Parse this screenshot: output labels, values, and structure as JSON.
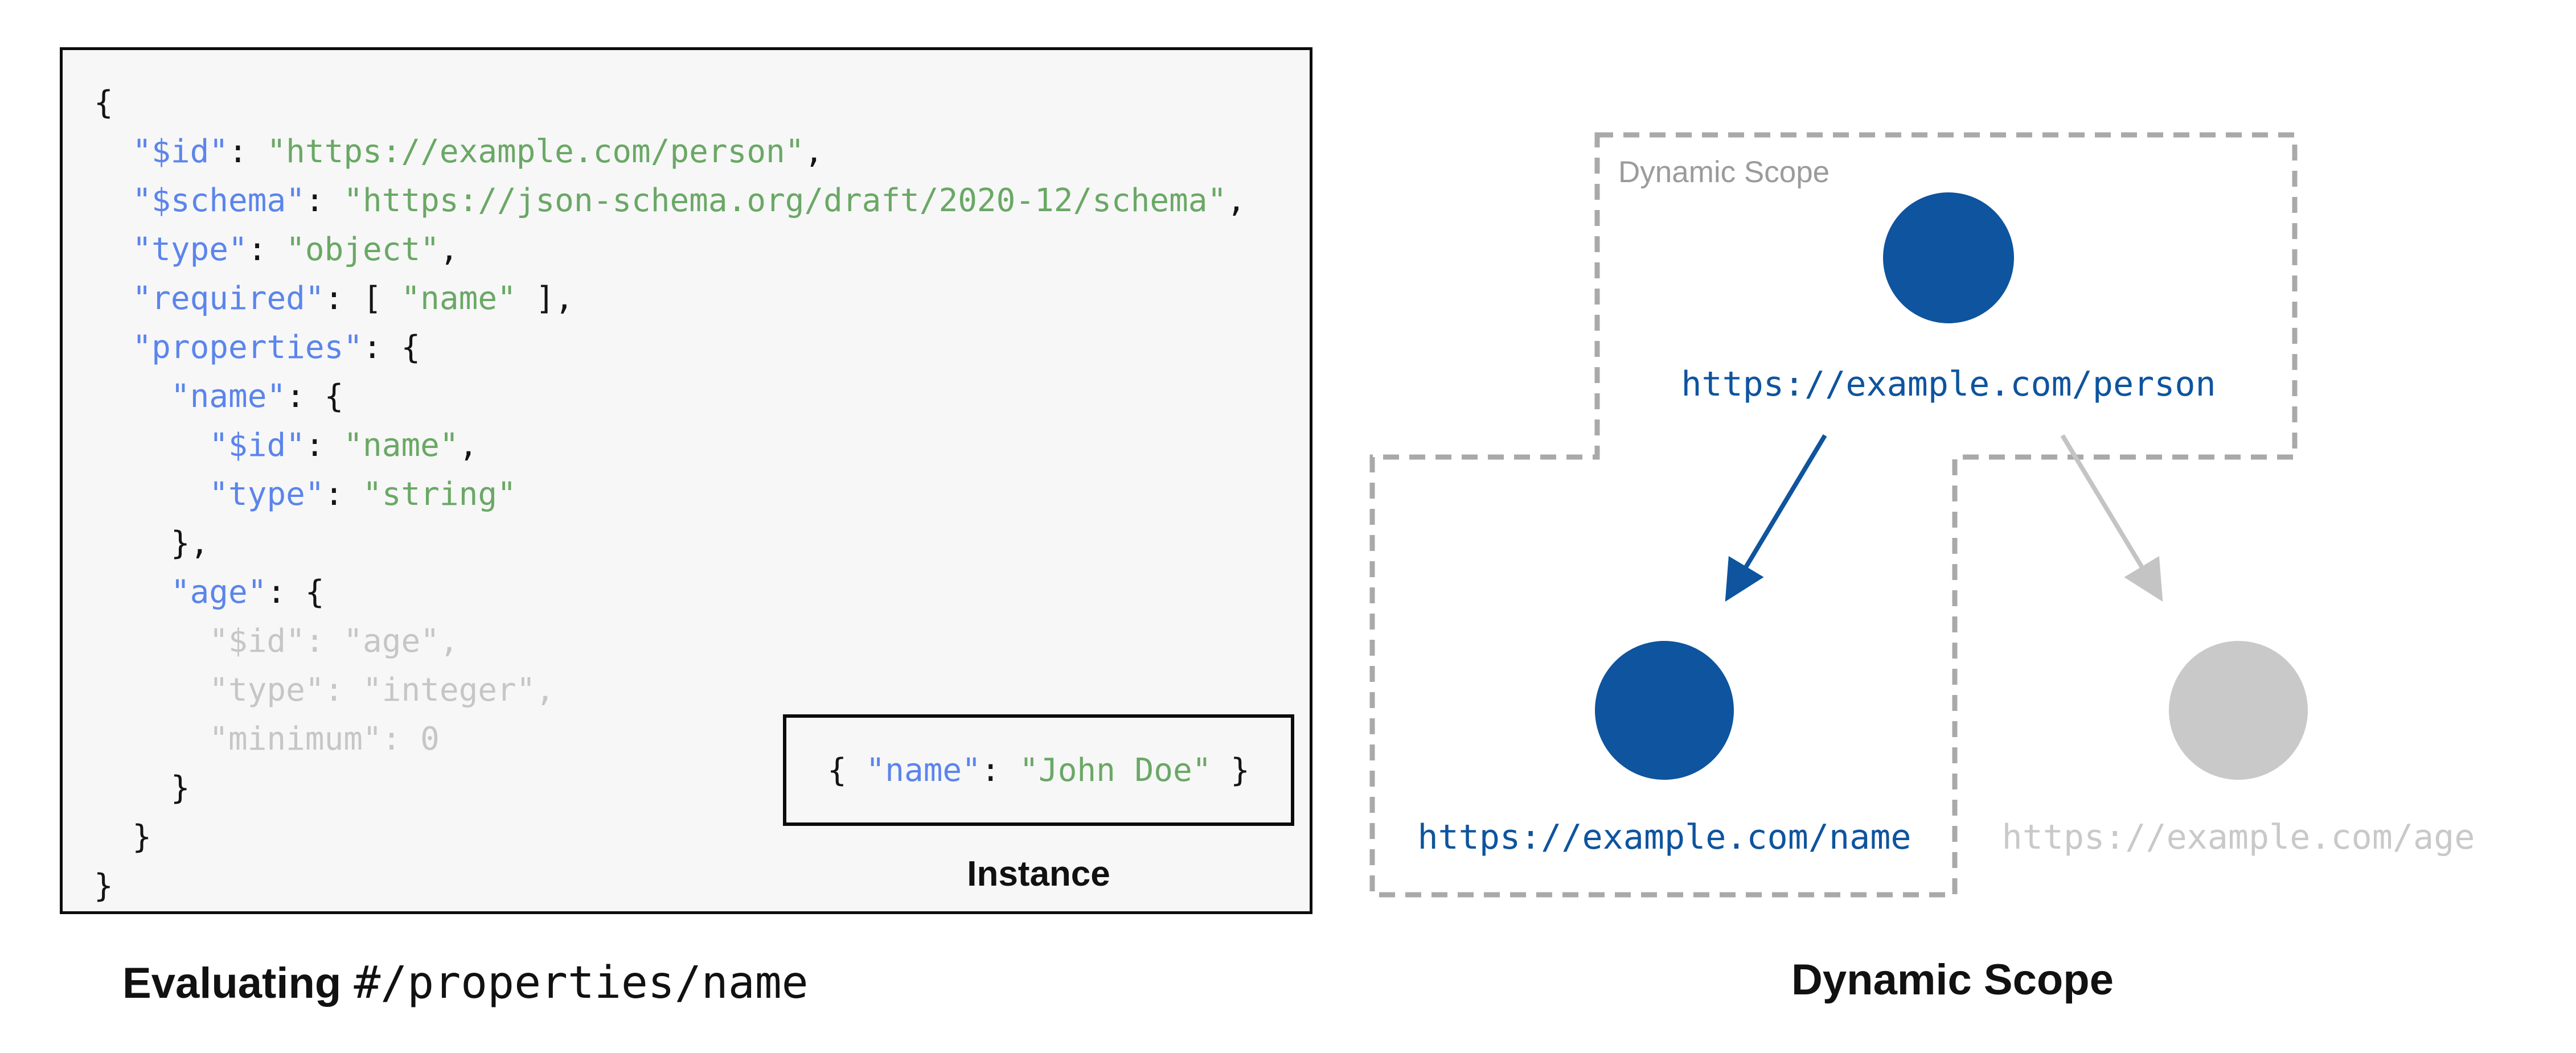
{
  "colors": {
    "key_blue": "#5b85ec",
    "string_green": "#6aa865",
    "code_black": "#141414",
    "dim_gray": "#c6c6c6",
    "node_blue": "#0e549e",
    "node_gray": "#c9c9c9",
    "scope_gray": "#a9a9a9",
    "scope_label_gray": "#9b9b9b",
    "code_bg": "#f7f7f7",
    "caption_black": "#111111",
    "arrow_gray": "#c4c4c4"
  },
  "code_panel": {
    "lines": [
      [
        {
          "c": "p",
          "t": "{"
        }
      ],
      [
        {
          "c": "p",
          "t": "  "
        },
        {
          "c": "k",
          "t": "\"$id\""
        },
        {
          "c": "p",
          "t": ": "
        },
        {
          "c": "s",
          "t": "\"https://example.com/person\""
        },
        {
          "c": "p",
          "t": ","
        }
      ],
      [
        {
          "c": "p",
          "t": "  "
        },
        {
          "c": "k",
          "t": "\"$schema\""
        },
        {
          "c": "p",
          "t": ": "
        },
        {
          "c": "s",
          "t": "\"https://json-schema.org/draft/2020-12/schema\""
        },
        {
          "c": "p",
          "t": ","
        }
      ],
      [
        {
          "c": "p",
          "t": "  "
        },
        {
          "c": "k",
          "t": "\"type\""
        },
        {
          "c": "p",
          "t": ": "
        },
        {
          "c": "s",
          "t": "\"object\""
        },
        {
          "c": "p",
          "t": ","
        }
      ],
      [
        {
          "c": "p",
          "t": "  "
        },
        {
          "c": "k",
          "t": "\"required\""
        },
        {
          "c": "p",
          "t": ": [ "
        },
        {
          "c": "s",
          "t": "\"name\""
        },
        {
          "c": "p",
          "t": " ],"
        }
      ],
      [
        {
          "c": "p",
          "t": "  "
        },
        {
          "c": "k",
          "t": "\"properties\""
        },
        {
          "c": "p",
          "t": ": {"
        }
      ],
      [
        {
          "c": "p",
          "t": "    "
        },
        {
          "c": "k",
          "t": "\"name\""
        },
        {
          "c": "p",
          "t": ": {"
        }
      ],
      [
        {
          "c": "p",
          "t": "      "
        },
        {
          "c": "k",
          "t": "\"$id\""
        },
        {
          "c": "p",
          "t": ": "
        },
        {
          "c": "s",
          "t": "\"name\""
        },
        {
          "c": "p",
          "t": ","
        }
      ],
      [
        {
          "c": "p",
          "t": "      "
        },
        {
          "c": "k",
          "t": "\"type\""
        },
        {
          "c": "p",
          "t": ": "
        },
        {
          "c": "s",
          "t": "\"string\""
        }
      ],
      [
        {
          "c": "p",
          "t": "    },"
        }
      ],
      [
        {
          "c": "p",
          "t": "    "
        },
        {
          "c": "k",
          "t": "\"age\""
        },
        {
          "c": "p",
          "t": ": {"
        }
      ],
      [
        {
          "c": "d",
          "t": "      \"$id\": \"age\","
        }
      ],
      [
        {
          "c": "d",
          "t": "      \"type\": \"integer\","
        }
      ],
      [
        {
          "c": "d",
          "t": "      \"minimum\": 0"
        }
      ],
      [
        {
          "c": "p",
          "t": "    }"
        }
      ],
      [
        {
          "c": "p",
          "t": "  }"
        }
      ],
      [
        {
          "c": "p",
          "t": "}"
        }
      ]
    ]
  },
  "instance": {
    "label": "Instance",
    "tokens": [
      {
        "c": "p",
        "t": "{ "
      },
      {
        "c": "k",
        "t": "\"name\""
      },
      {
        "c": "p",
        "t": ": "
      },
      {
        "c": "s",
        "t": "\"John Doe\""
      },
      {
        "c": "p",
        "t": " }"
      }
    ]
  },
  "captions": {
    "left_bold": "Evaluating",
    "left_mono": "#/properties/name",
    "right": "Dynamic Scope"
  },
  "diagram": {
    "scope_label": "Dynamic Scope",
    "nodes": [
      {
        "id": "person",
        "url": "https://example.com/person",
        "state": "active"
      },
      {
        "id": "name",
        "url": "https://example.com/name",
        "state": "active"
      },
      {
        "id": "age",
        "url": "https://example.com/age",
        "state": "inactive"
      }
    ]
  }
}
